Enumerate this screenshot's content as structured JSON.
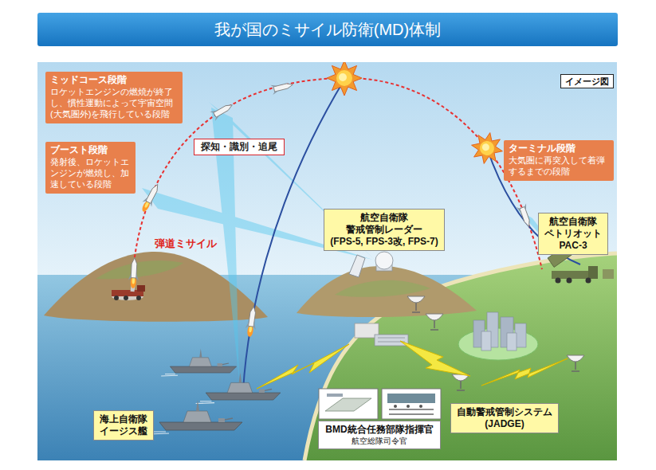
{
  "diagram": {
    "title": "我が国のミサイル防衛(MD)体制",
    "nodes": [
      {
        "text": [
          "ミッドコース段階",
          "ロケットエンジンの燃焼が終了し、慣性運動によって宇宙空間(大気圏外)を飛行している段階"
        ]
      },
      {
        "text": [
          "イメージ図"
        ]
      },
      {
        "text": [
          "ブースト段階",
          "発射後、ロケットエンジンが燃焼し、加速している段階"
        ]
      },
      {
        "text": [
          "探知・識別・追尾"
        ]
      },
      {
        "text": [
          "ターミナル段階",
          "大気圏に再突入して着弾するまでの段階"
        ]
      },
      {
        "text": [
          "航空自衛隊 警戒管制レーダー (FPS-5, FPS-3改, FPS-7)"
        ]
      },
      {
        "text": [
          "航空自衛隊 ペトリオット PAC-3"
        ]
      },
      {
        "text": [
          "海上自衛隊 イージス艦"
        ]
      },
      {
        "text": [
          "BMD統合任務部隊指揮官",
          "航空総隊司令官"
        ]
      },
      {
        "text": [
          "自動警戒管制システム (JADGE)"
        ]
      }
    ],
    "labels": [
      "弾道ミサイル"
    ]
  }
}
